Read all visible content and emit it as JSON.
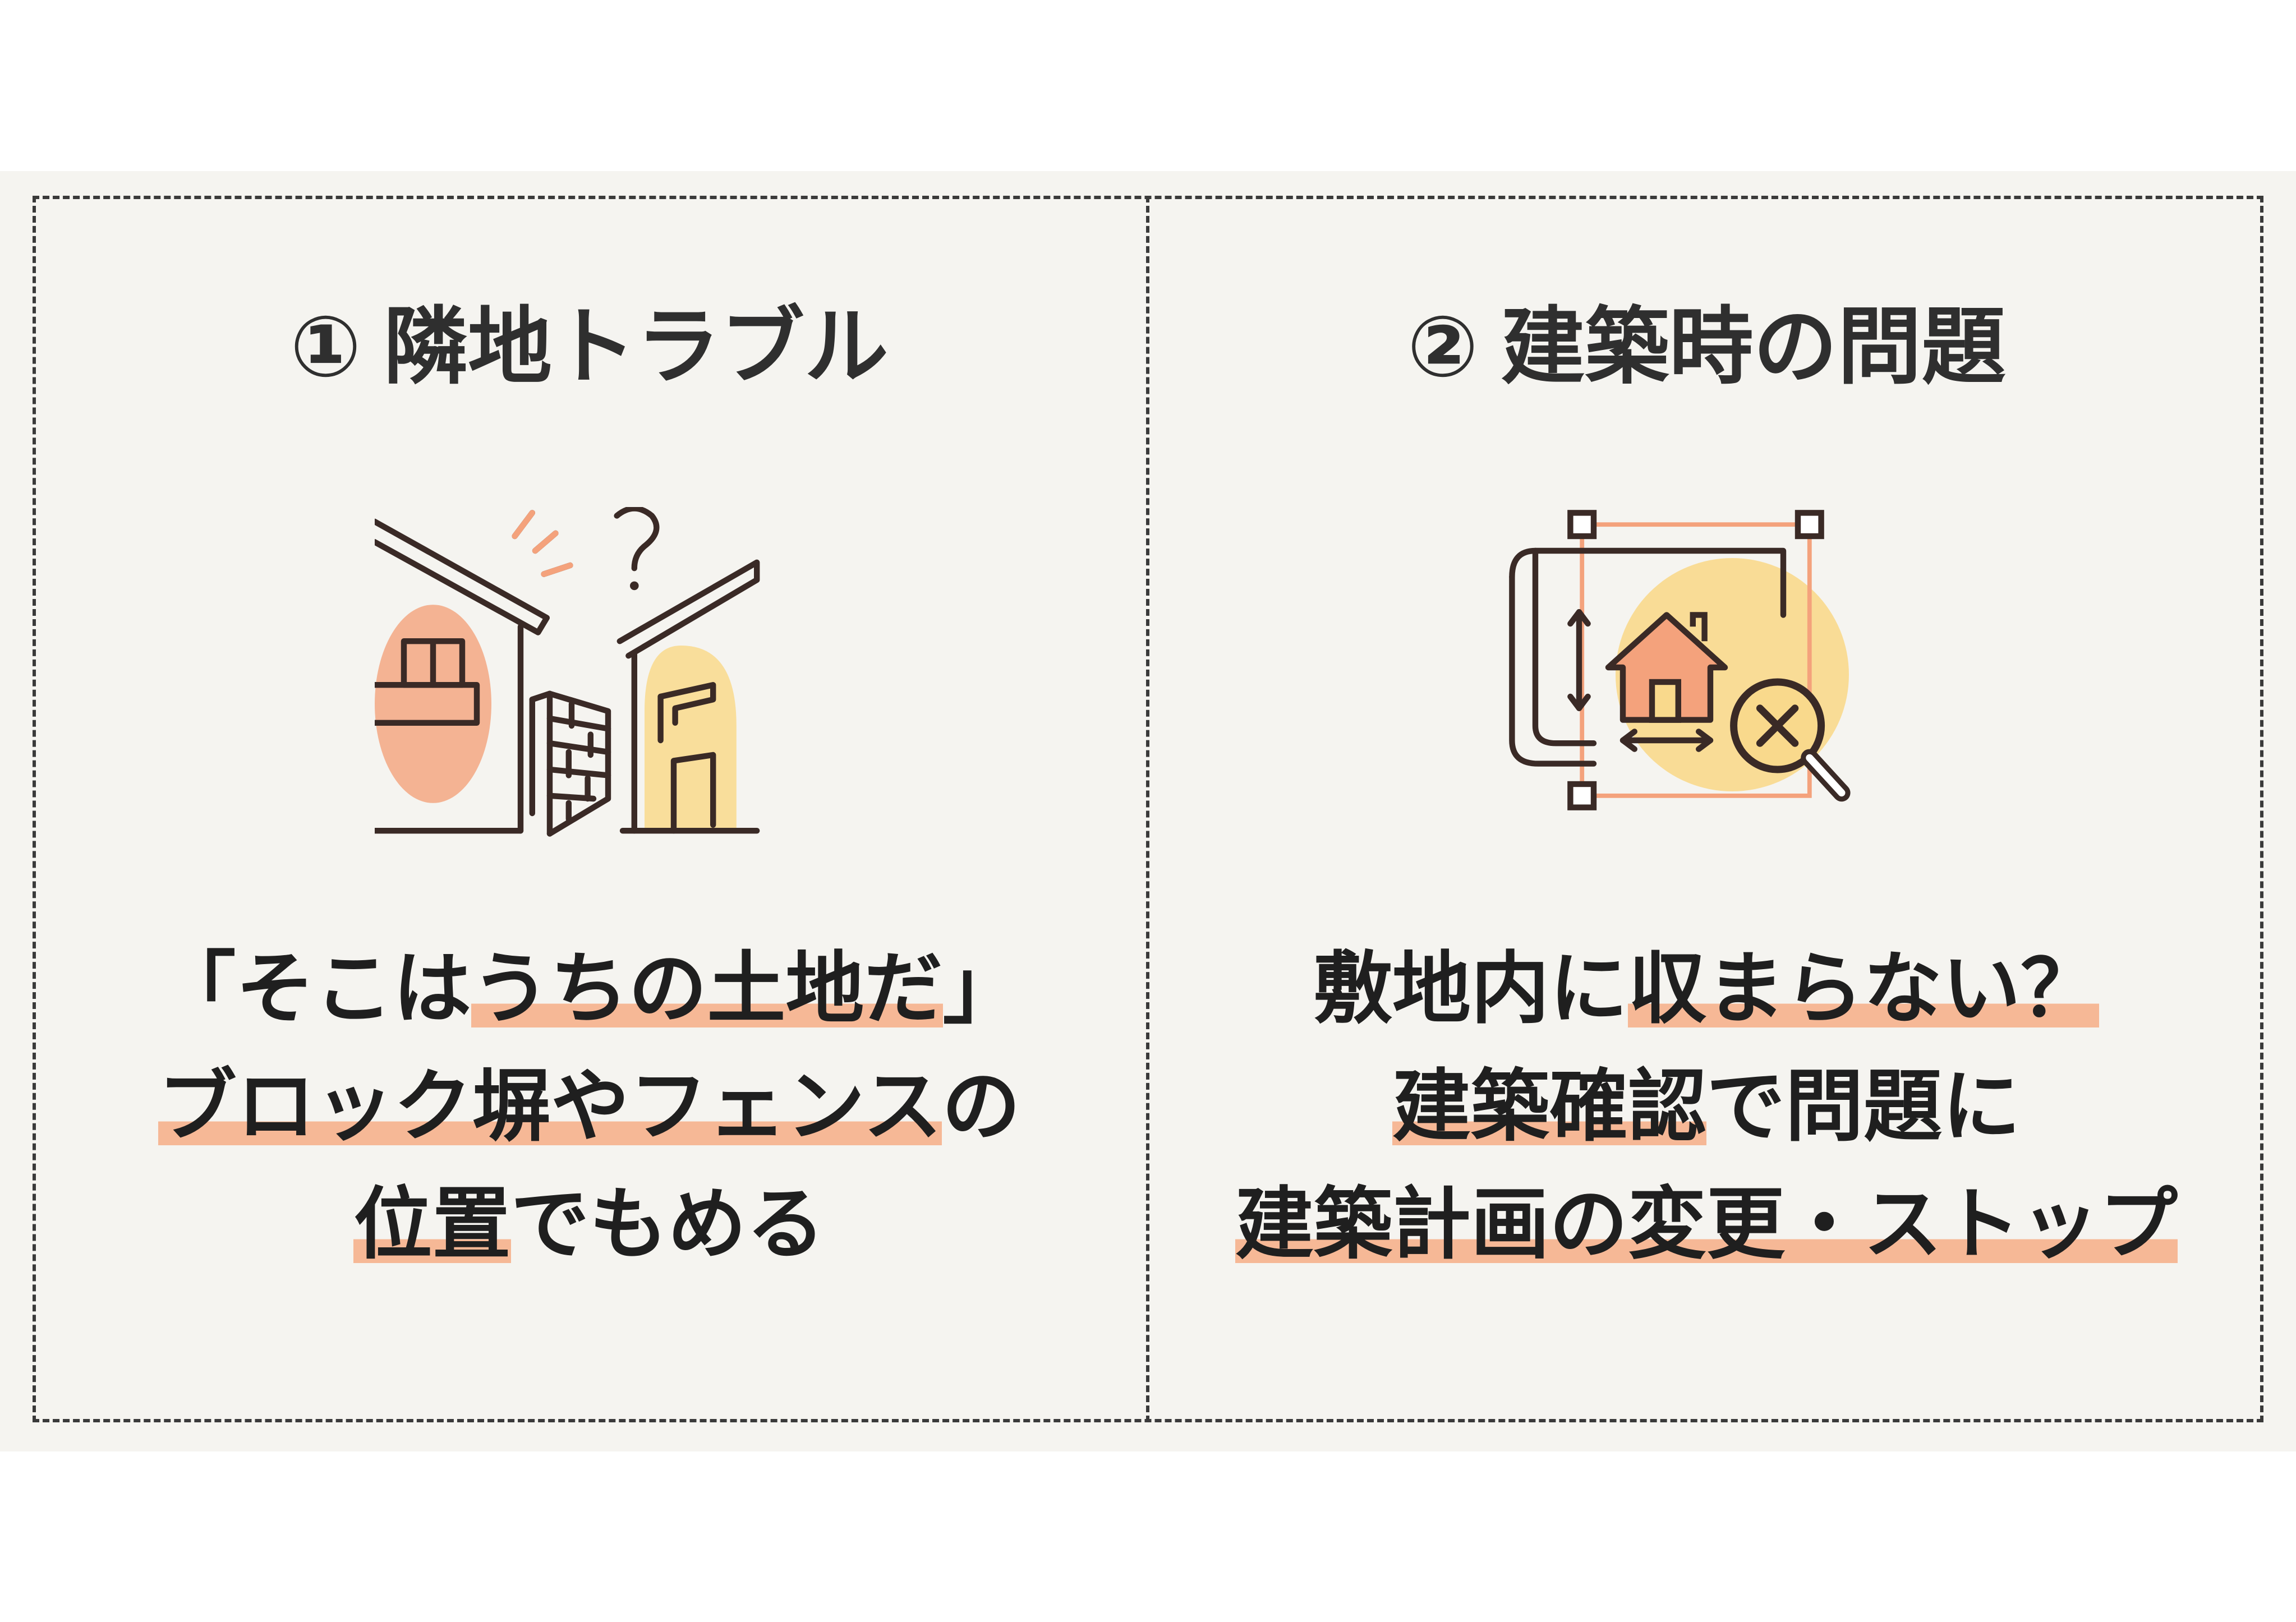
{
  "left_panel": {
    "number": "①",
    "title": "隣地トラブル",
    "icon": "neighbor-houses-boundary-dispute-icon",
    "lines": [
      {
        "before": "「そこは",
        "highlight": "うちの土地だ",
        "after": "」"
      },
      {
        "before": "",
        "highlight": "ブロック塀やフェンス",
        "after": "の"
      },
      {
        "before": "",
        "highlight": "位置",
        "after": "でもめる"
      }
    ]
  },
  "right_panel": {
    "number": "②",
    "title": "建築時の問題",
    "icon": "blueprint-magnifier-x-icon",
    "lines": [
      {
        "before": "敷地内に",
        "highlight": "収まらない？",
        "after": ""
      },
      {
        "before": "",
        "highlight": "建築確認",
        "after": "で問題に"
      },
      {
        "before": "",
        "highlight": "建築計画の変更・ストップ",
        "after": ""
      }
    ]
  },
  "colors": {
    "background": "#f5f4f0",
    "text": "#1f1f1f",
    "highlight": "#f6b896",
    "accent_orange": "#f4a27c",
    "accent_yellow": "#f9d98c",
    "line": "#3a3a3a"
  }
}
